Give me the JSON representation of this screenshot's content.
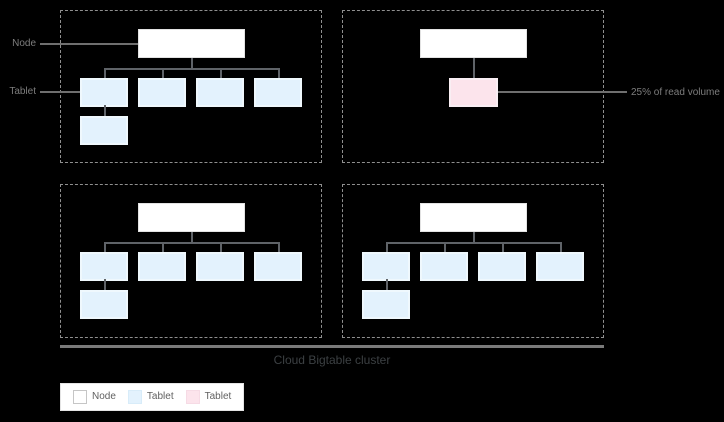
{
  "cluster": {
    "title": "Cloud Bigtable cluster"
  },
  "labels": {
    "node_pointer": "Node",
    "tablet_pointer": "Tablet",
    "read_volume": "25% of read volume"
  },
  "legend": {
    "items": [
      {
        "label": "Node",
        "swatch_style": "background:#ffffff;border:1px solid #c6c6c6"
      },
      {
        "label": "Tablet",
        "swatch_style": "background:#e3f2fd;border:1px solid #d8ecf9"
      },
      {
        "label": "Tablet",
        "swatch_style": "background:#fce4ec;border:1px solid #f6dbe5"
      }
    ]
  },
  "diagram": {
    "quadrants": [
      {
        "id": "top-left",
        "node_count": 1,
        "blue_tablets": 5,
        "pink_tablets": 0
      },
      {
        "id": "top-right",
        "node_count": 1,
        "blue_tablets": 0,
        "pink_tablets": 1
      },
      {
        "id": "bottom-left",
        "node_count": 1,
        "blue_tablets": 5,
        "pink_tablets": 0
      },
      {
        "id": "bottom-right",
        "node_count": 1,
        "blue_tablets": 5,
        "pink_tablets": 0
      }
    ]
  },
  "colors": {
    "background": "#000000",
    "node_fill": "#ffffff",
    "tablet_fill": "#e3f2fd",
    "hot_tablet_fill": "#fce4ec",
    "connector": "#5f6368",
    "dashed_border": "#8f8f8f",
    "label_text": "#7d7d7d",
    "title_text": "#3c4043"
  }
}
